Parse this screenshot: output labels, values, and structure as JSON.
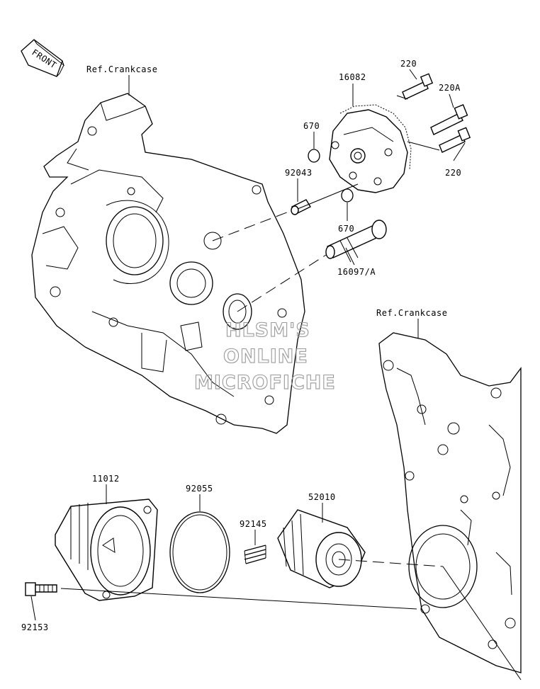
{
  "front_marker": "FRONT",
  "watermark": {
    "line1": "HLSM'S",
    "line2": "ONLINE",
    "line3": "MICROFICHE"
  },
  "labels": {
    "ref_crankcase_left": "Ref.Crankcase",
    "ref_crankcase_right": "Ref.Crankcase",
    "p220_top": "220",
    "p220a": "220A",
    "p220_bottom": "220",
    "p16082": "16082",
    "p670_top": "670",
    "p670_bottom": "670",
    "p92043": "92043",
    "p16097": "16097/A",
    "p11012": "11012",
    "p92055": "92055",
    "p92145": "92145",
    "p52010": "52010",
    "p92153": "92153"
  }
}
